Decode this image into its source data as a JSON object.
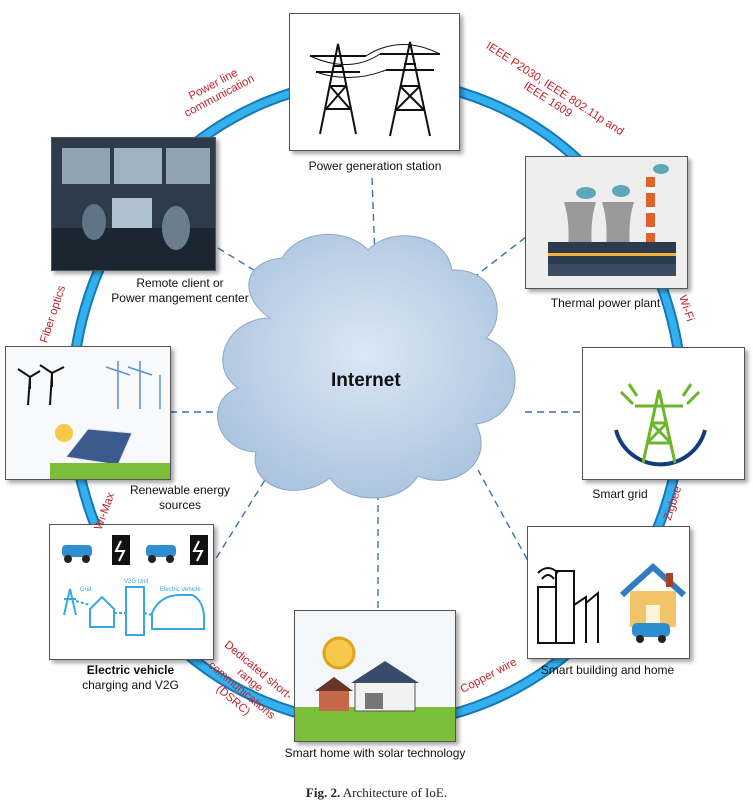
{
  "center": {
    "title": "Internet"
  },
  "nodes": {
    "power_generation": {
      "label": "Power generation station"
    },
    "thermal": {
      "label": "Thermal power plant"
    },
    "smart_grid": {
      "label": "Smart grid"
    },
    "smart_building": {
      "label": "Smart building and home"
    },
    "smart_home_solar": {
      "label": "Smart home with solar technology"
    },
    "ev_charging": {
      "label_line1": "Electric vehicle",
      "label_line2": "charging and V2G"
    },
    "renewable": {
      "label_line1": "Renewable energy",
      "label_line2": "sources"
    },
    "remote_client": {
      "label_line1": "Remote client or",
      "label_line2": "Power mangement center"
    }
  },
  "links": {
    "power_line": {
      "line1": "Power line",
      "line2": "communication"
    },
    "ieee": {
      "line1": "IEEE P2030, IEEE 802.11p and",
      "line2": "IEEE 1609"
    },
    "wifi": "Wi-Fi",
    "zigbee": "Zigbee",
    "copper": "Copper wire",
    "dsrc": {
      "line1": "Dedicated short-",
      "line2": "range",
      "line3": "communications",
      "line4": "(DSRC)"
    },
    "wimax": "Wi-Max",
    "fiber": "Fiber optics"
  },
  "ev_diagram": {
    "grid": "Grid",
    "v2g_unit": "V2G Unit",
    "vehicle": "Electric Vehicle"
  },
  "caption": {
    "fig": "Fig. 2.",
    "text": "Architecture of IoE."
  },
  "colors": {
    "ring": "#1e9be0",
    "ring_dark": "#1478b8",
    "link_text": "#c0232a",
    "cloud": "#b7cde6",
    "dash": "#3a6fb0"
  }
}
